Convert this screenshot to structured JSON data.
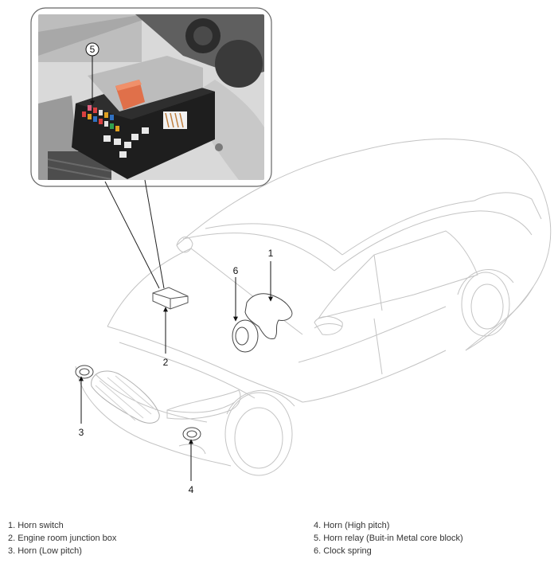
{
  "callouts": {
    "c1": "1",
    "c2": "2",
    "c3": "3",
    "c4": "4",
    "c5": "5",
    "c6": "6"
  },
  "legend": {
    "left": [
      "1. Horn switch",
      "2. Engine room junction box",
      "3. Horn (Low pitch)"
    ],
    "right": [
      "4. Horn (High pitch)",
      "5. Horn relay (Buit-in Metal core block)",
      "6. Clock spring"
    ]
  }
}
